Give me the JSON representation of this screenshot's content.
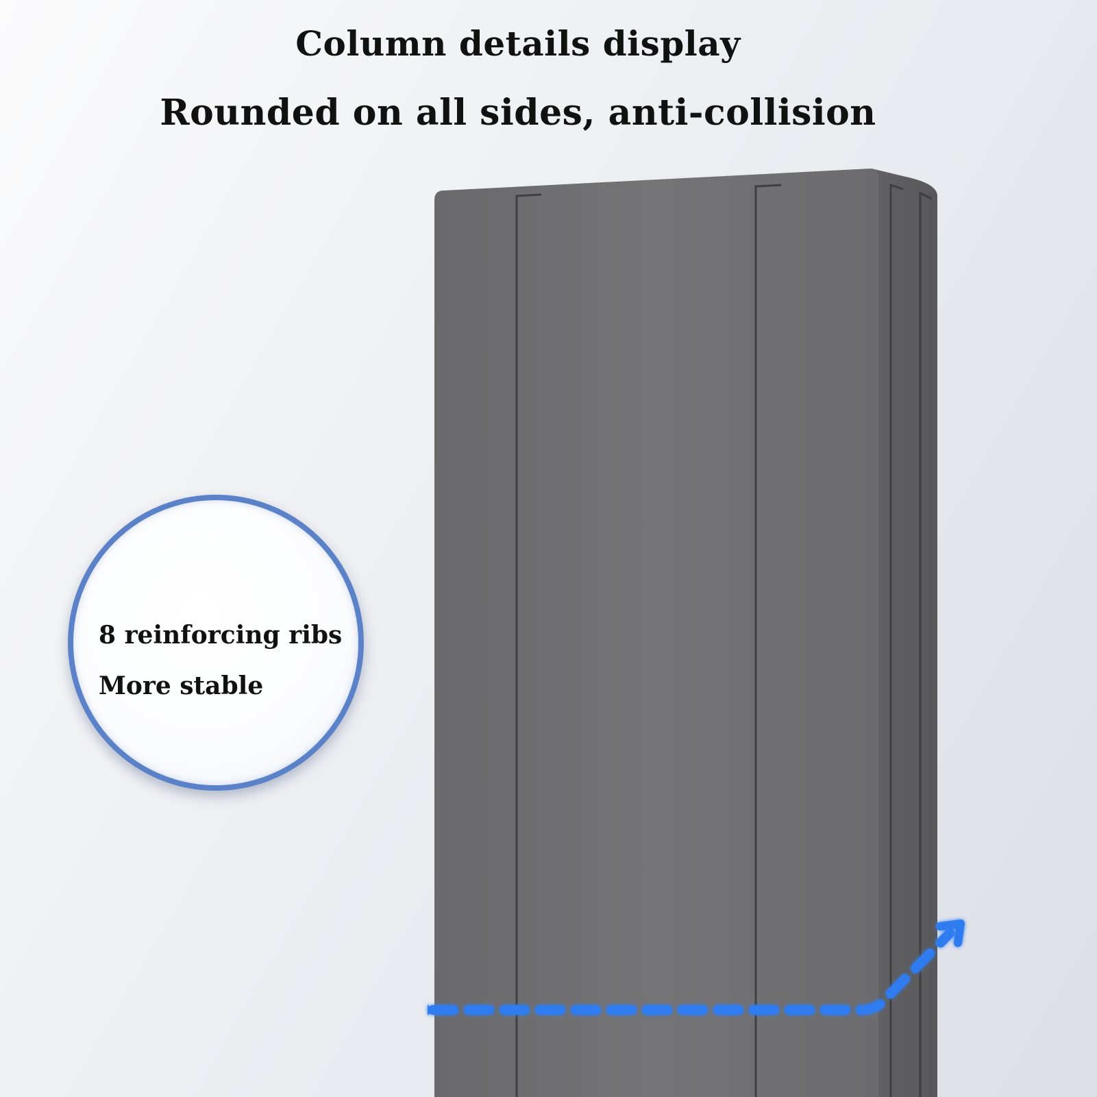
{
  "title": "Column details display",
  "subtitle": "Rounded on all sides, anti-collision",
  "callout": {
    "line1": "8 reinforcing ribs",
    "line2": "More stable"
  },
  "colors": {
    "column": "#6e6e70",
    "rib_glow": "#2f6df0",
    "callout_ring": "#5b82c8",
    "arrow": "#2f7bf0"
  }
}
